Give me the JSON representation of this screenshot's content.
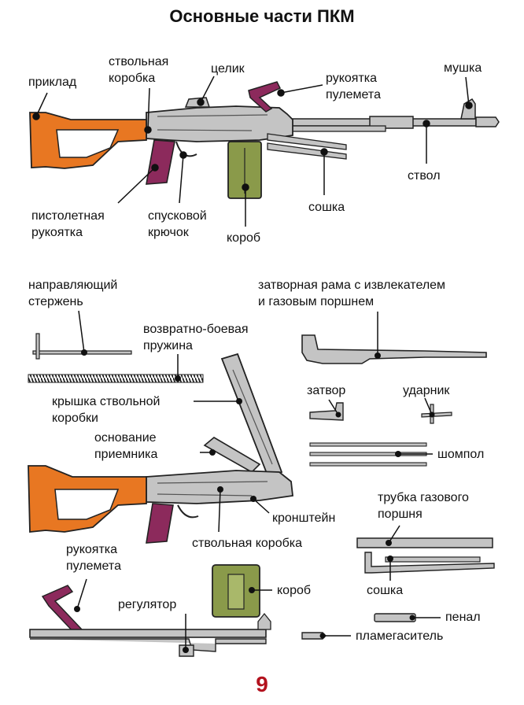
{
  "title": "Основные части ПКМ",
  "page_number": "9",
  "colors": {
    "stock": "#e87722",
    "grip": "#8c2a5c",
    "magazine": "#8a9a4a",
    "steel": "#c4c4c4",
    "outline": "#222222",
    "page_number": "#b3121e"
  },
  "labels": {
    "stock": "приклад",
    "receiver_l1": "ствольная",
    "receiver_l2": "коробка",
    "rear_sight": "целик",
    "carry_handle_l1": "рукоятка",
    "carry_handle_l2": "пулемета",
    "front_sight": "мушка",
    "barrel": "ствол",
    "bipod": "сошка",
    "box": "короб",
    "trigger_l1": "спусковой",
    "trigger_l2": "крючок",
    "pistol_grip_l1": "пистолетная",
    "pistol_grip_l2": "рукоятка",
    "guide_rod_l1": "направляющий",
    "guide_rod_l2": "стержень",
    "bolt_carrier_l1": "затворная рама с извлекателем",
    "bolt_carrier_l2": "и газовым поршнем",
    "return_spring_l1": "возвратно-боевая",
    "return_spring_l2": "пружина",
    "cover_l1": "крышка ствольной",
    "cover_l2": "коробки",
    "bolt": "затвор",
    "firing_pin": "ударник",
    "feed_tray_l1": "основание",
    "feed_tray_l2": "приемника",
    "cleaning_rod": "шомпол",
    "gas_tube_l1": "трубка газового",
    "gas_tube_l2": "поршня",
    "bracket": "кронштейн",
    "receiver_bottom": "ствольная коробка",
    "bipod_2": "сошка",
    "carry_handle2_l1": "рукоятка",
    "carry_handle2_l2": "пулемета",
    "regulator": "регулятор",
    "box_2": "короб",
    "case": "пенал",
    "flash_hider": "пламегаситель"
  }
}
